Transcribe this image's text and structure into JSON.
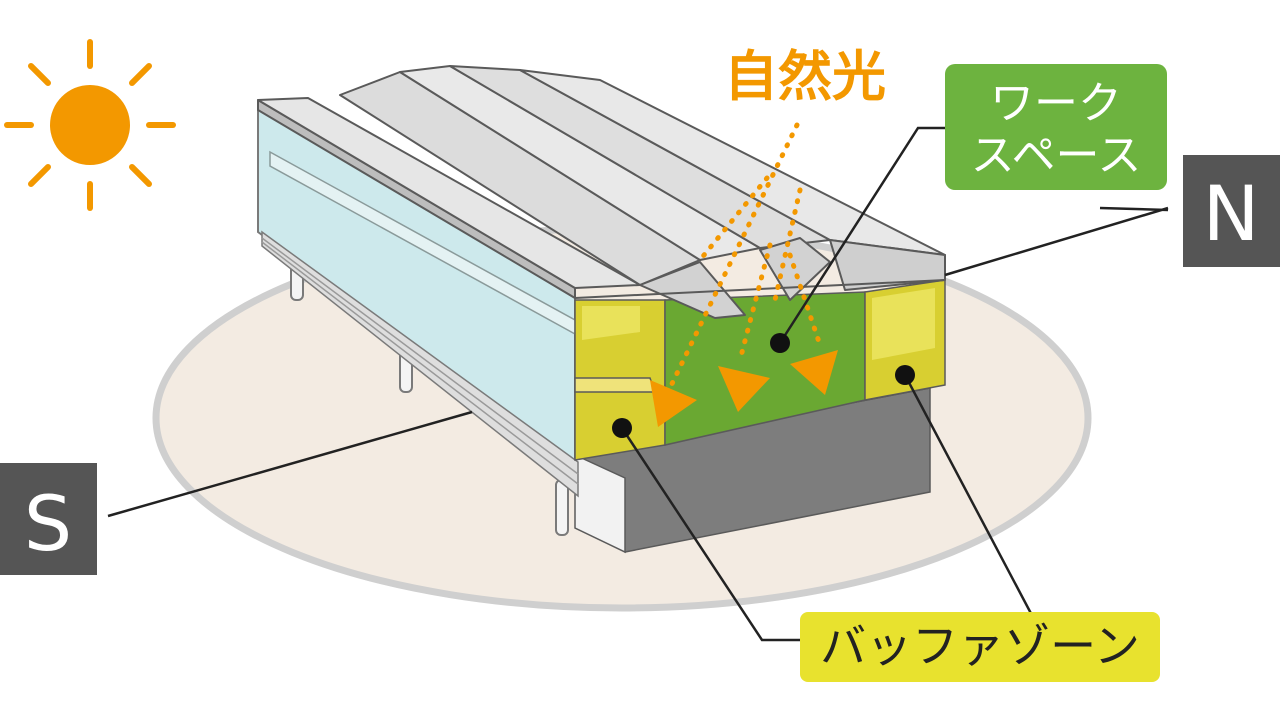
{
  "labels": {
    "natural_light": "自然光",
    "workspace_line1": "ワーク",
    "workspace_line2": "スペース",
    "buffer_zone": "バッファゾーン",
    "north": "N",
    "south": "S"
  },
  "icons": {
    "sun": "sun-icon",
    "light_arrow": "triangle-arrow"
  },
  "colors": {
    "sun": "#f39800",
    "light_rays": "#f39800",
    "workspace_badge": "#6db33f",
    "workspace_zone": "#6aa832",
    "buffer_badge": "#e8e22e",
    "buffer_zone": "#d8cf31",
    "direction_box": "#555555",
    "ground_disc": "#f3ebe2",
    "glass": "#cde9ec",
    "roof": "#e6e6e6",
    "base": "#7d7d7d"
  }
}
